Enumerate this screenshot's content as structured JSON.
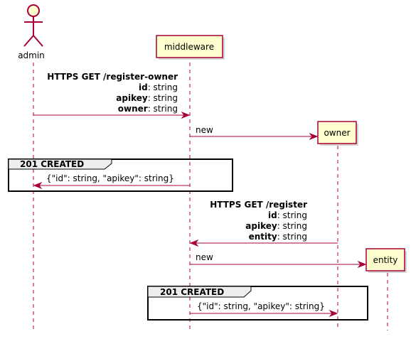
{
  "participants": {
    "admin": "admin",
    "middleware": "middleware",
    "owner": "owner",
    "entity": "entity"
  },
  "messages": {
    "m1": {
      "title": "HTTPS GET /register-owner",
      "l1_bold": "id",
      "l1_rest": ": string",
      "l2_bold": "apikey",
      "l2_rest": ": string",
      "l3_bold": "owner",
      "l3_rest": ": string"
    },
    "m2": "new",
    "m3": "{\"id\": string, \"apikey\": string}",
    "m4": {
      "title": "HTTPS GET /register",
      "l1_bold": "id",
      "l1_rest": ": string",
      "l2_bold": "apikey",
      "l2_rest": ": string",
      "l3_bold": "entity",
      "l3_rest": ": string"
    },
    "m5": "new",
    "m6": "{\"id\": string, \"apikey\": string}"
  },
  "groups": {
    "g1": "201 CREATED",
    "g2": "201 CREATED"
  },
  "colors": {
    "lifeline": "#a80036",
    "participant_fill": "#fefece",
    "group_tab": "#eeeeee"
  }
}
